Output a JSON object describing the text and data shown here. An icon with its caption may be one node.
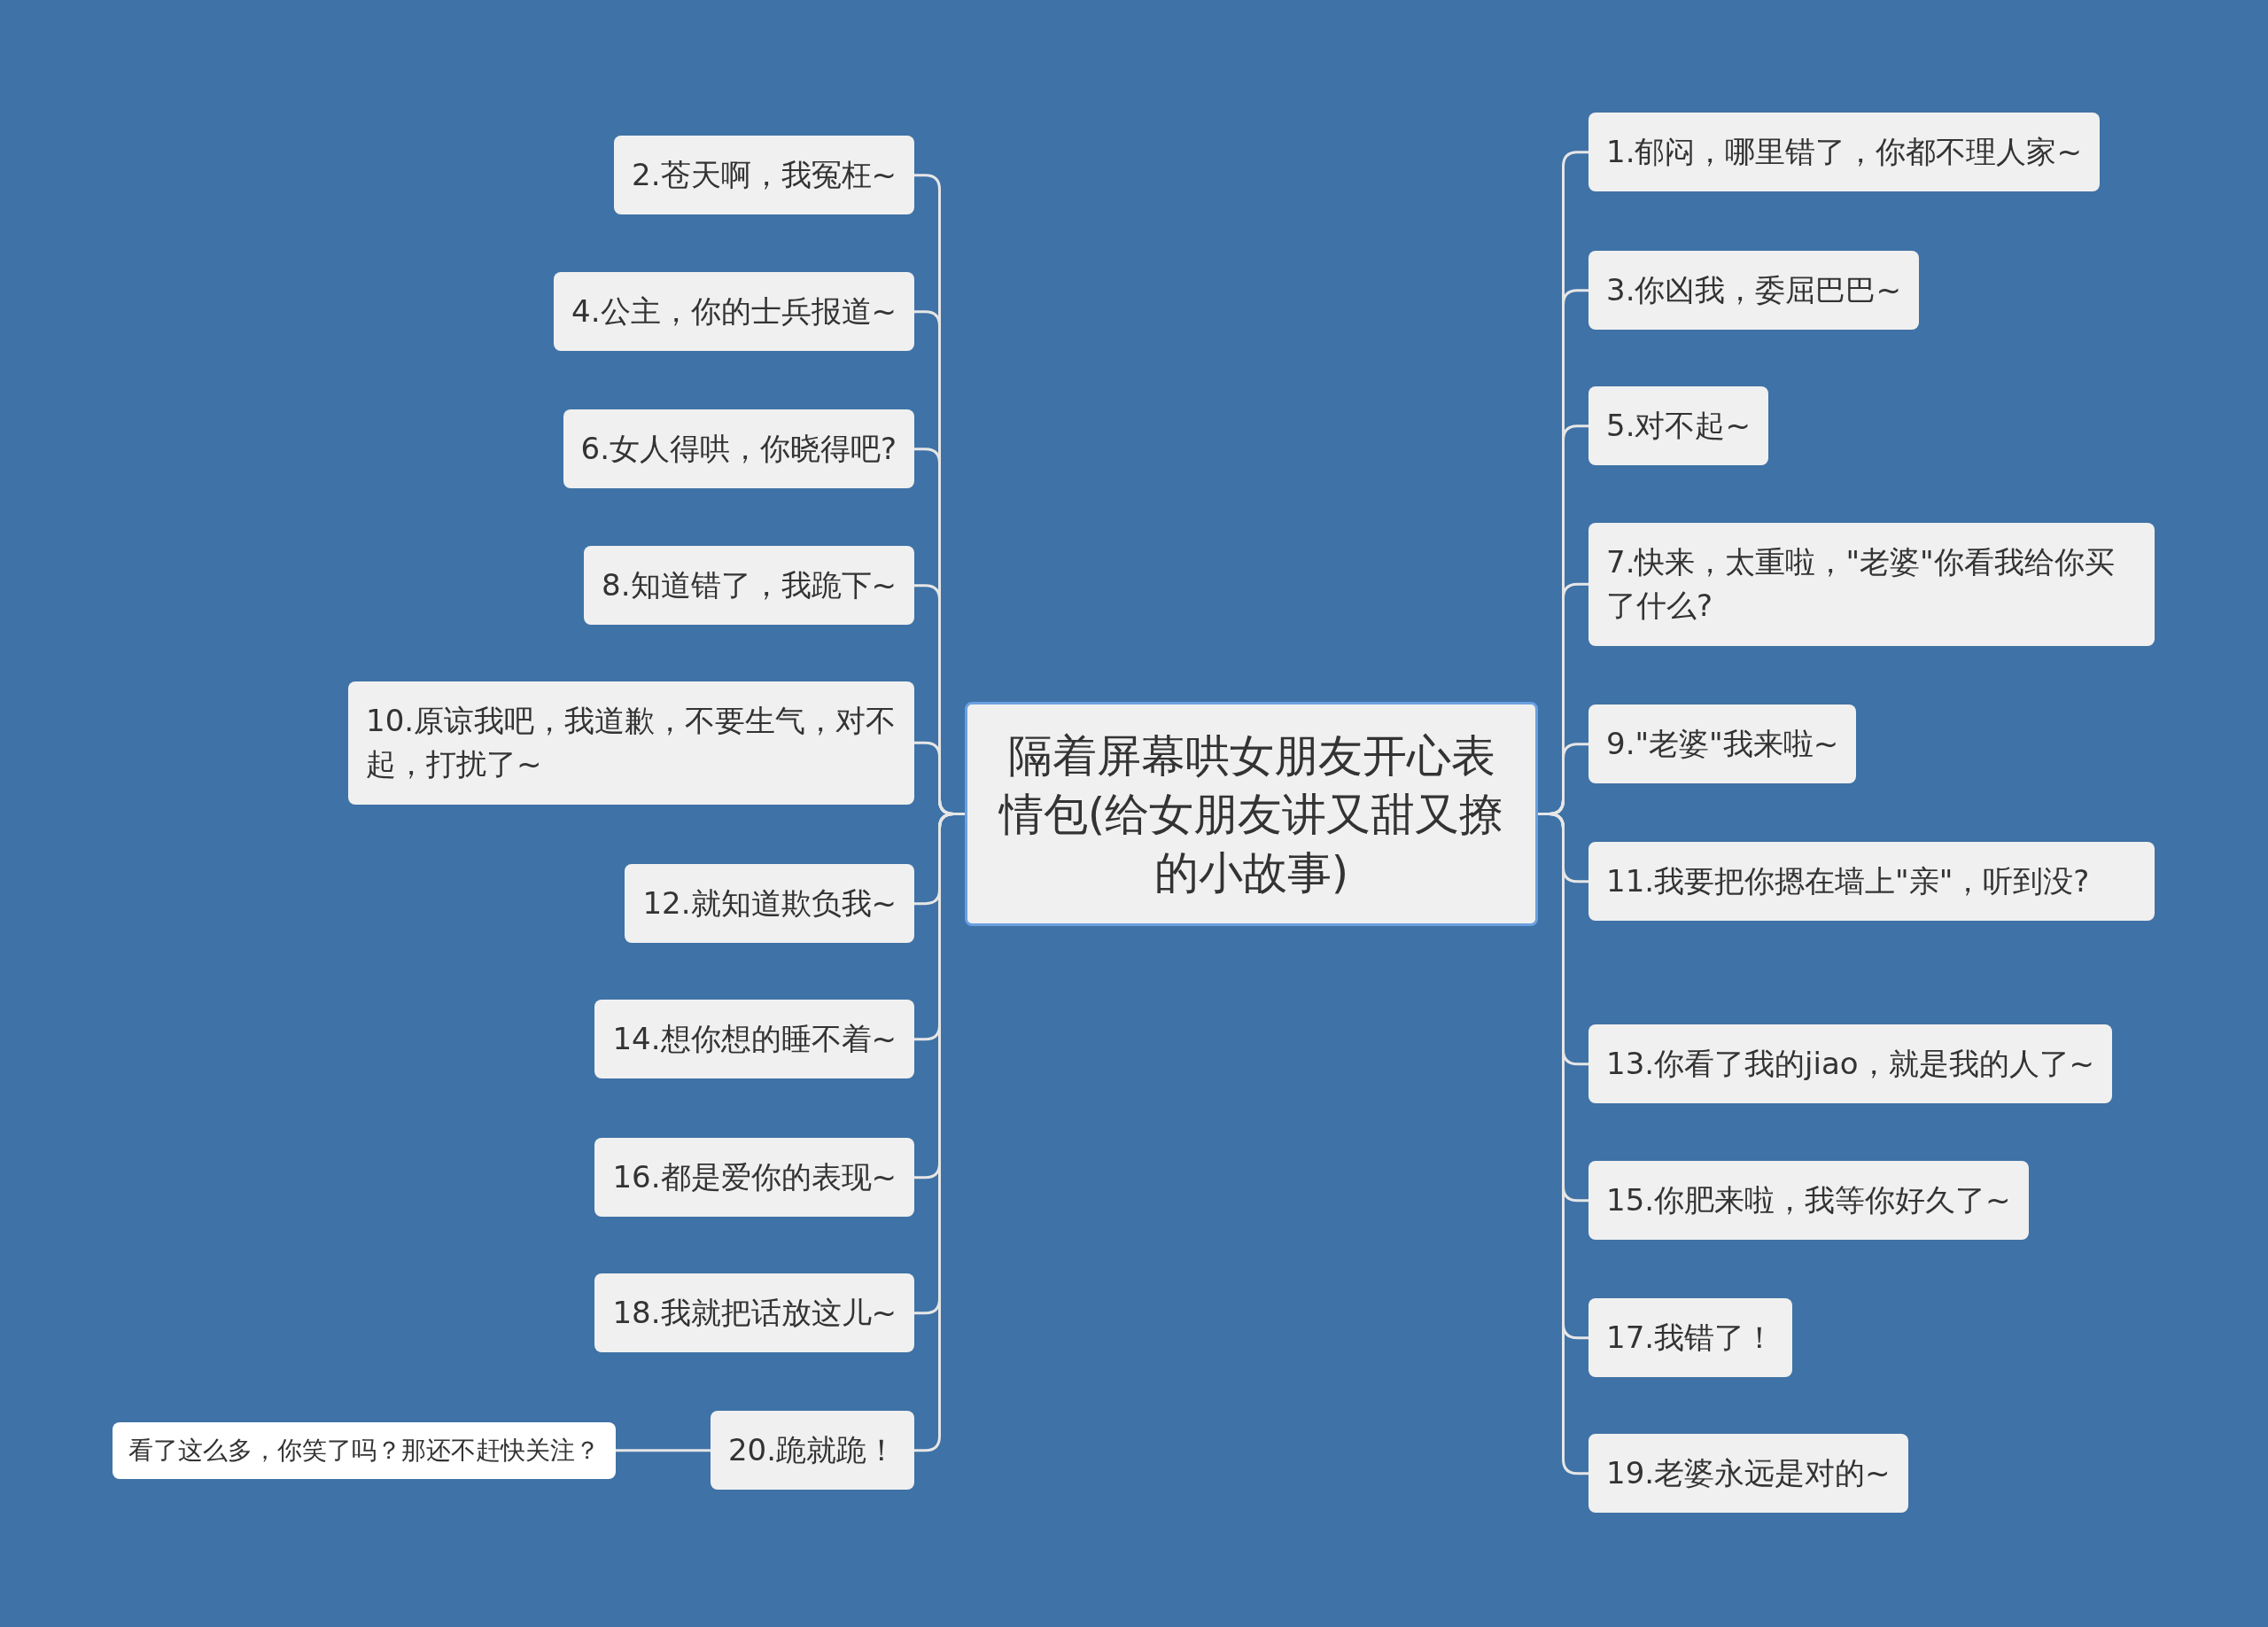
{
  "diagram": {
    "nodes": [
      {
        "text": [
          "隔着屏幕哄女朋友开心表情包(给女朋友讲又甜又撩的小故事)"
        ]
      },
      {
        "text": [
          "1.郁闷，哪里错了，你都不理人家~"
        ]
      },
      {
        "text": [
          "2.苍天啊，我冤枉~"
        ]
      },
      {
        "text": [
          "3.你凶我，委屈巴巴~"
        ]
      },
      {
        "text": [
          "4.公主，你的士兵报道~"
        ]
      },
      {
        "text": [
          "5.对不起~"
        ]
      },
      {
        "text": [
          "6.女人得哄，你晓得吧?"
        ]
      },
      {
        "text": [
          "7.快来，太重啦，\"老婆\"你看我给你买了什么?"
        ]
      },
      {
        "text": [
          "8.知道错了，我跪下~"
        ]
      },
      {
        "text": [
          "9.\"老婆\"我来啦~"
        ]
      },
      {
        "text": [
          "10.原谅我吧，我道歉，不要生气，对不起，打扰了~"
        ]
      },
      {
        "text": [
          "11.我要把你摁在墙上\"亲\"，听到没?"
        ]
      },
      {
        "text": [
          "12.就知道欺负我~"
        ]
      },
      {
        "text": [
          "13.你看了我的jiao，就是我的人了~"
        ]
      },
      {
        "text": [
          "14.想你想的睡不着~"
        ]
      },
      {
        "text": [
          "15.你肥来啦，我等你好久了~"
        ]
      },
      {
        "text": [
          "16.都是爱你的表现~"
        ]
      },
      {
        "text": [
          "17.我错了！"
        ]
      },
      {
        "text": [
          "18.我就把话放这儿~"
        ]
      },
      {
        "text": [
          "19.老婆永远是对的~"
        ]
      },
      {
        "text": [
          "20.跪就跪！"
        ]
      },
      {
        "text": [
          "看了这么多，你笑了吗？那还不赶快关注？"
        ]
      }
    ],
    "edges": [
      {
        "from": 0,
        "to": 1,
        "arrow": "none"
      },
      {
        "from": 0,
        "to": 2,
        "arrow": "none"
      },
      {
        "from": 0,
        "to": 3,
        "arrow": "none"
      },
      {
        "from": 0,
        "to": 4,
        "arrow": "none"
      },
      {
        "from": 0,
        "to": 5,
        "arrow": "none"
      },
      {
        "from": 0,
        "to": 6,
        "arrow": "none"
      },
      {
        "from": 0,
        "to": 7,
        "arrow": "none"
      },
      {
        "from": 0,
        "to": 8,
        "arrow": "none"
      },
      {
        "from": 0,
        "to": 9,
        "arrow": "none"
      },
      {
        "from": 0,
        "to": 10,
        "arrow": "none"
      },
      {
        "from": 0,
        "to": 11,
        "arrow": "none"
      },
      {
        "from": 0,
        "to": 12,
        "arrow": "none"
      },
      {
        "from": 0,
        "to": 13,
        "arrow": "none"
      },
      {
        "from": 0,
        "to": 14,
        "arrow": "none"
      },
      {
        "from": 0,
        "to": 15,
        "arrow": "none"
      },
      {
        "from": 0,
        "to": 16,
        "arrow": "none"
      },
      {
        "from": 0,
        "to": 17,
        "arrow": "none"
      },
      {
        "from": 0,
        "to": 18,
        "arrow": "none"
      },
      {
        "from": 0,
        "to": 19,
        "arrow": "none"
      },
      {
        "from": 0,
        "to": 20,
        "arrow": "none"
      },
      {
        "from": 20,
        "to": 21,
        "arrow": "none"
      }
    ]
  }
}
